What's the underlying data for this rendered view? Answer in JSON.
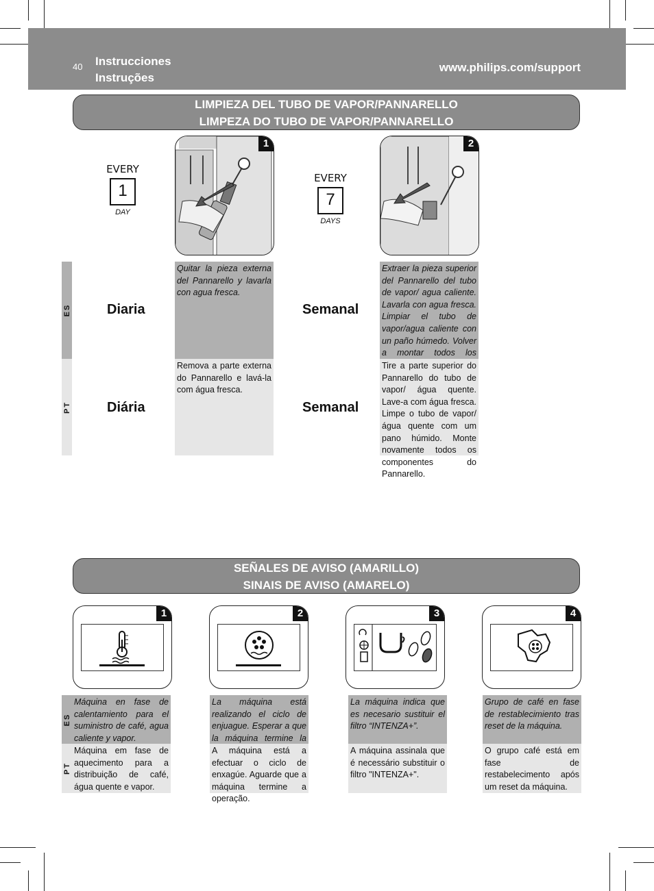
{
  "header": {
    "page_number": "40",
    "title_es": "Instrucciones",
    "title_pt": "Instruções",
    "url": "www.philips.com/support"
  },
  "section1": {
    "title_es": "LIMPIEZA DEL TUBO DE VAPOR/PANNARELLO",
    "title_pt": "LIMPEZA DO TUBO DE VAPOR/PANNARELLO",
    "steps": [
      {
        "badge": "1",
        "every": "EVERY",
        "count": "1",
        "unit": "DAY",
        "freq_es": "Diaria",
        "freq_pt": "Diária",
        "text_es": "Quitar la pieza externa del Pannarello y lavarla con agua fresca.",
        "text_pt": "Remova a parte externa do Pannarello e lavá-la com água fresca."
      },
      {
        "badge": "2",
        "every": "EVERY",
        "count": "7",
        "unit": "DAYS",
        "freq_es": "Semanal",
        "freq_pt": "Semanal",
        "text_es": "Extraer la pieza superior del Pannarello del tubo de vapor/ agua caliente. Lavarla con agua fresca. Limpiar el tubo de vapor/agua caliente con un paño húmedo. Volver a montar todos los componentes del Pannarello.",
        "text_pt": "Tire a parte superior do Pannarello do tubo de vapor/ água quente. Lave-a com água fresca. Limpe o tubo de vapor/água quente com um pano húmido. Monte novamente todos os componentes do Pannarello."
      }
    ]
  },
  "section2": {
    "title_es": "SEÑALES DE AVISO (AMARILLO)",
    "title_pt": "SINAIS DE AVISO (AMARELO)",
    "items": [
      {
        "badge": "1",
        "text_es": "Máquina en fase de calentamiento para el suministro de café, agua caliente y vapor.",
        "text_pt": "Máquina em fase de aquecimento para a distribuição de café, água quente e vapor."
      },
      {
        "badge": "2",
        "text_es": "La máquina está realizando el ciclo de enjuague. Esperar a que la máquina termine la operación.",
        "text_pt": "A máquina está a efectuar o ciclo de enxagúe. Aguarde que a máquina termine a operação."
      },
      {
        "badge": "3",
        "text_es": "La máquina indica que es necesario sustituir el filtro “INTENZA+”.",
        "text_pt": "A máquina assinala que é necessário substituir o filtro \"INTENZA+\"."
      },
      {
        "badge": "4",
        "text_es": "Grupo de café en fase de restablecimiento tras reset de la máquina.",
        "text_pt": "O grupo café está em fase de restabelecimento após um reset da máquina."
      }
    ]
  },
  "lang": {
    "es": "ES",
    "pt": "PT"
  },
  "icons": [
    "thermometer-icon",
    "rinse-icon",
    "filter-icon",
    "brew-group-icon",
    "calendar-icon"
  ],
  "colors": {
    "header_gray": "#8c8c8c",
    "es_bg": "#b0b0b0",
    "pt_bg": "#e6e6e6"
  }
}
